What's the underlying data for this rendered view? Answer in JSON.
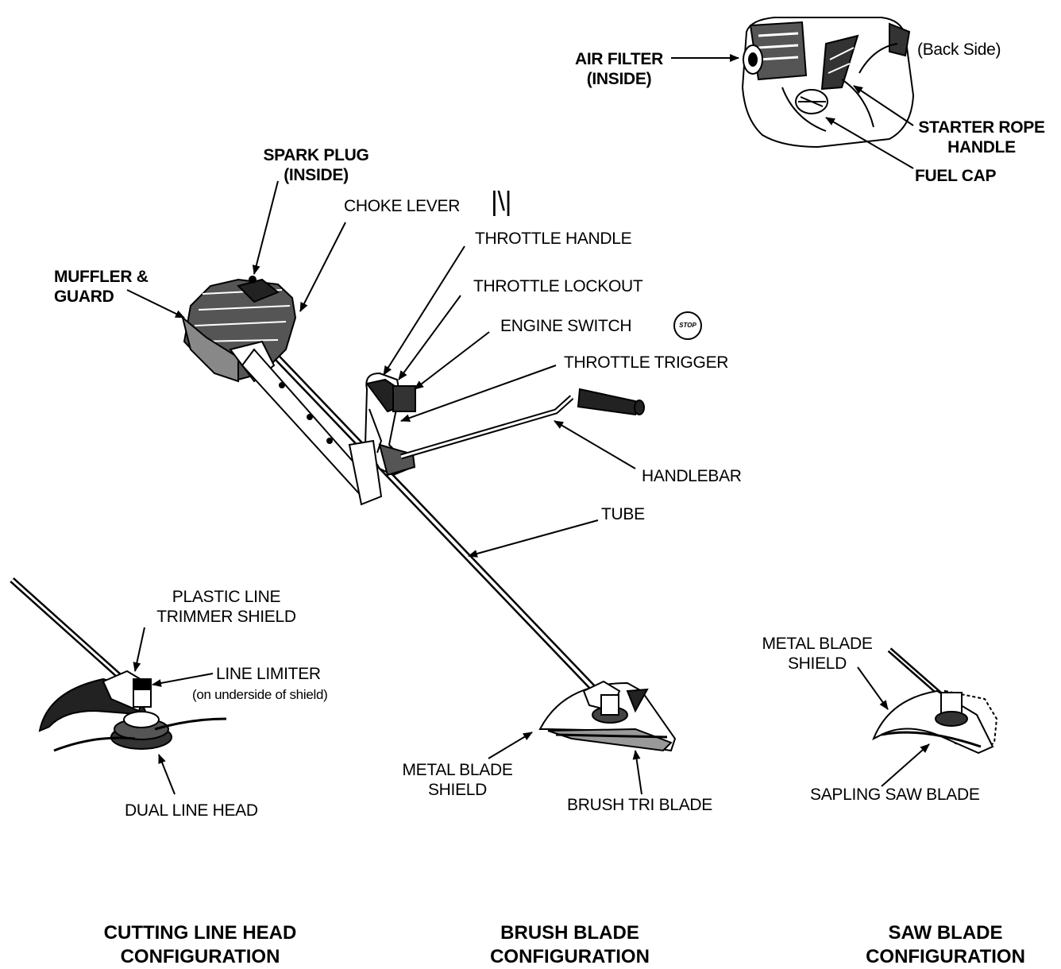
{
  "labels": {
    "air_filter": [
      "AIR FILTER",
      "(INSIDE)"
    ],
    "back_side": "(Back Side)",
    "starter_rope": [
      "STARTER  ROPE",
      "HANDLE"
    ],
    "fuel_cap": "FUEL CAP",
    "spark_plug": [
      "SPARK PLUG",
      "(INSIDE)"
    ],
    "choke_lever": "CHOKE LEVER",
    "choke_symbol": "|\\|",
    "throttle_handle": "THROTTLE HANDLE",
    "muffler": [
      "MUFFLER &",
      "GUARD"
    ],
    "throttle_lockout": "THROTTLE LOCKOUT",
    "engine_switch": "ENGINE   SWITCH",
    "stop_symbol": "STOP",
    "throttle_trigger": "THROTTLE  TRIGGER",
    "handlebar": "HANDLEBAR",
    "tube": "TUBE",
    "plastic_shield": [
      "PLASTIC LINE",
      "TRIMMER SHIELD"
    ],
    "line_limiter": "LINE  LIMITER",
    "line_limiter_note": "(on underside of shield)",
    "dual_line_head": "DUAL LINE HEAD",
    "metal_blade_shield_brush": [
      "METAL BLADE",
      "SHIELD"
    ],
    "brush_tri_blade": "BRUSH TRI BLADE",
    "metal_blade_shield_saw": [
      "METAL BLADE",
      "SHIELD"
    ],
    "sapling_saw_blade": "SAPLING SAW BLADE"
  },
  "captions": {
    "cutting_line": [
      "CUTTING LINE HEAD",
      "CONFIGURATION"
    ],
    "brush_blade": [
      "BRUSH BLADE",
      "CONFIGURATION"
    ],
    "saw_blade": [
      "SAW BLADE",
      "CONFIGURATION"
    ]
  }
}
